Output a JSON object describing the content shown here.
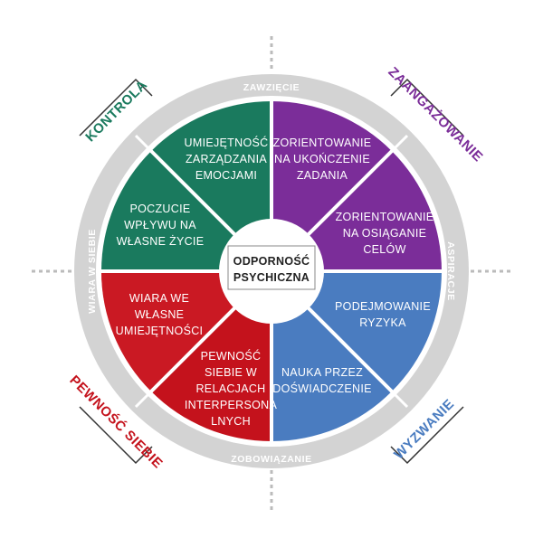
{
  "center": {
    "line1": "ODPORNOŚĆ",
    "line2": "PSYCHICZNA"
  },
  "ring": {
    "top": "ZAWZIĘCIE",
    "right": "ASPIRACJE",
    "bottom": "ZOBOWIĄZANIE",
    "left": "WIARA W SIEBIE"
  },
  "quadrants": {
    "kontrola": "KONTROLA",
    "zaangazowanie": "ZAANGAŻOWANIE",
    "wyzwanie": "WYZWANIE",
    "pewnosc": "PEWNOŚĆ SIEBIE"
  },
  "segments": {
    "s1": [
      "UMIEJĘTNOŚĆ",
      "ZARZĄDZANIA",
      "EMOCJAMI"
    ],
    "s2": [
      "POCZUCIE",
      "WPŁYWU NA",
      "WŁASNE ŻYCIE"
    ],
    "s3": [
      "ZORIENTOWANIE",
      "NA UKOŃCZENIE",
      "ZADANIA"
    ],
    "s4": [
      "ZORIENTOWANIE",
      "NA OSIĄGANIE",
      "CELÓW"
    ],
    "s5": [
      "PODEJMOWANIE",
      "RYZYKA"
    ],
    "s6": [
      "NAUKA PRZEZ",
      "DOŚWIADCZENIE"
    ],
    "s7": [
      "WIARA WE",
      "WŁASNE",
      "UMIEJĘTNOŚCI"
    ],
    "s8": [
      "PEWNOŚĆ",
      "SIEBIE W",
      "RELACJACH",
      "INTERPERSONA",
      "LNYCH"
    ]
  },
  "colors": {
    "green": "#1a7a5e",
    "purple": "#7b2d99",
    "blue": "#4a7cc0",
    "red": "#c4121c",
    "ring": "#d3d3d3"
  }
}
